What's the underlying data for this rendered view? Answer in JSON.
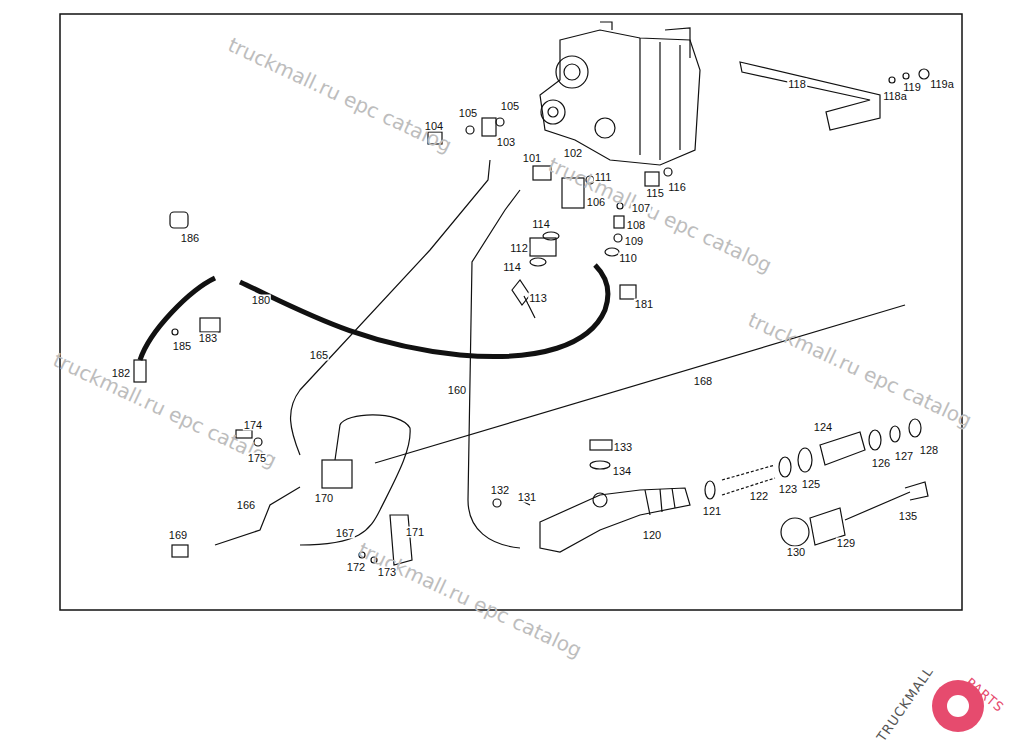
{
  "diagram": {
    "labels": [
      "104",
      "105",
      "105",
      "103",
      "101",
      "102",
      "111",
      "106",
      "107",
      "108",
      "109",
      "110",
      "114",
      "112",
      "114",
      "113",
      "115",
      "116",
      "118",
      "118a",
      "119",
      "119a",
      "181",
      "186",
      "180",
      "183",
      "185",
      "182",
      "165",
      "160",
      "168",
      "174",
      "175",
      "170",
      "166",
      "169",
      "167",
      "171",
      "172",
      "173",
      "133",
      "134",
      "132",
      "131",
      "120",
      "121",
      "122",
      "123",
      "124",
      "125",
      "126",
      "127",
      "128",
      "129",
      "130",
      "135",
      "truckmall.ru epc catalog",
      "truckmall.ru epc catalog",
      "truckmall.ru epc catalog",
      "truckmall.ru epc catalog",
      "truckmall.ru epc catalog",
      "TRUCKMALL",
      "PARTS"
    ]
  }
}
